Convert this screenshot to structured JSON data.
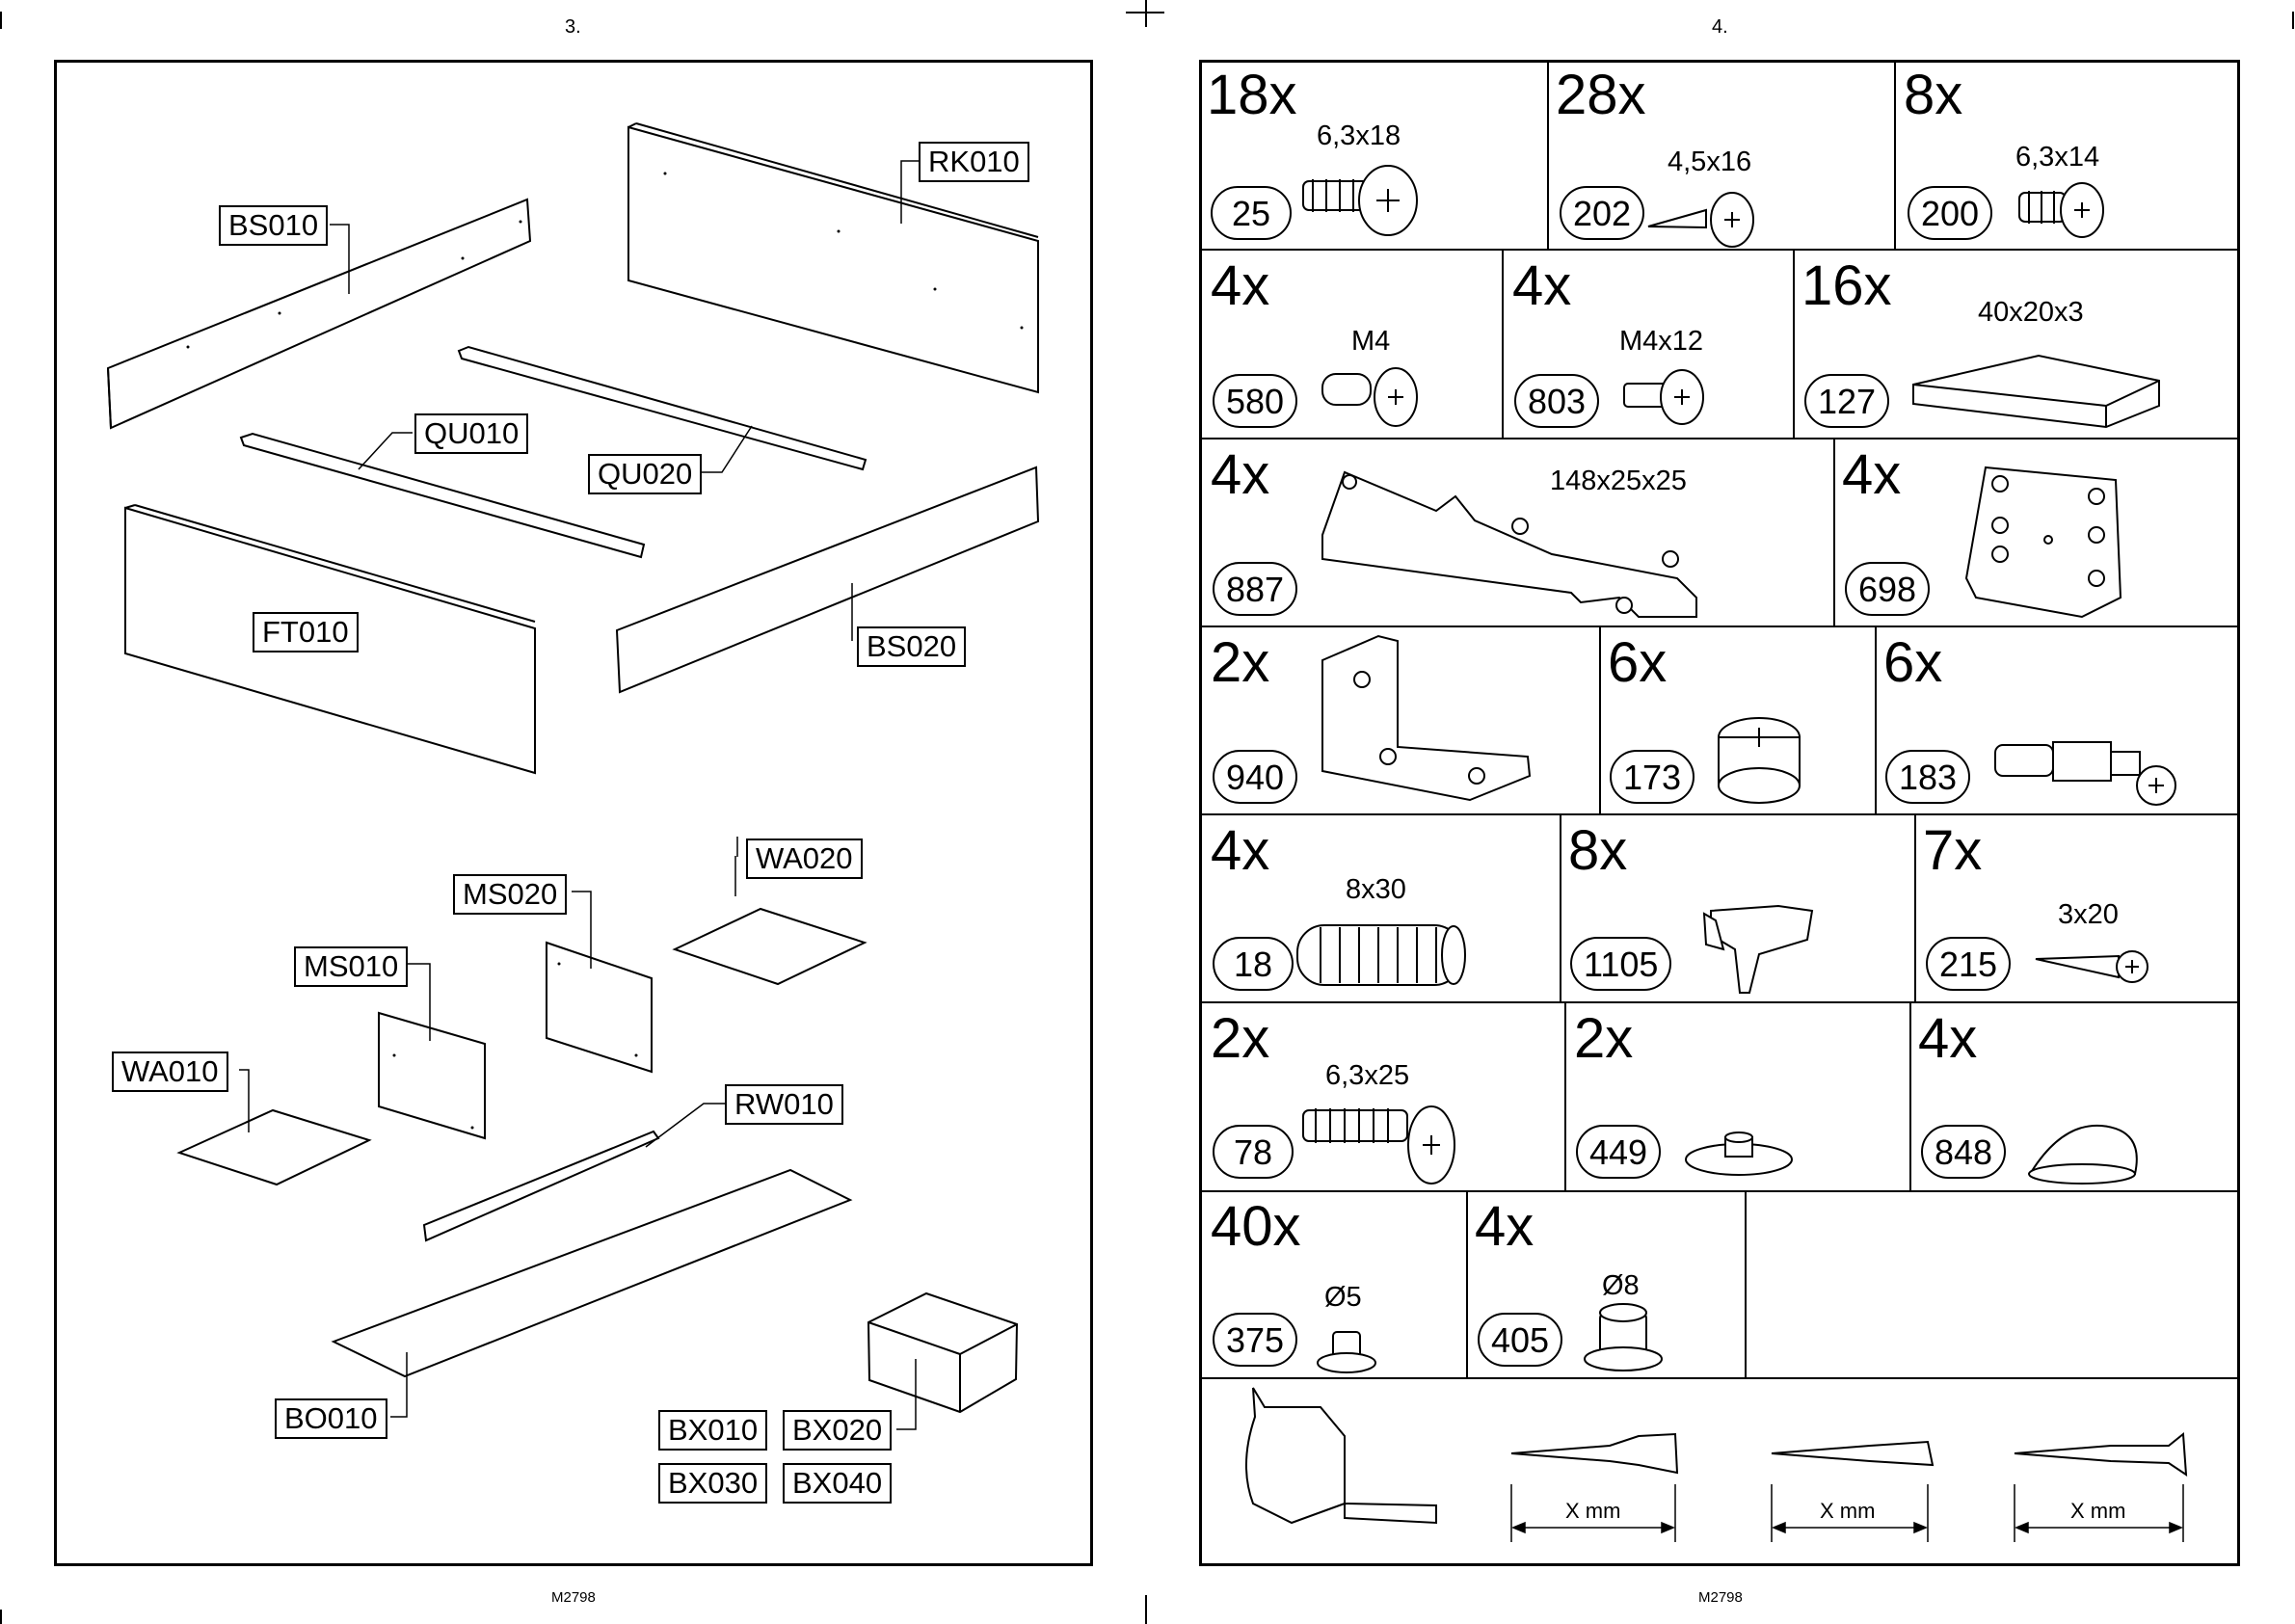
{
  "left_page": {
    "page_number": "3.",
    "footer_code": "M2798",
    "labels": [
      "BS010",
      "RK010",
      "QU010",
      "QU020",
      "FT010",
      "BS020",
      "WA020",
      "MS020",
      "MS010",
      "WA010",
      "RW010",
      "BO010",
      "BX010",
      "BX020",
      "BX030",
      "BX040"
    ]
  },
  "right_page": {
    "page_number": "4.",
    "footer_code": "M2798",
    "hardware": [
      {
        "qty": "18x",
        "number": "25",
        "size": "6,3x18",
        "icon": "screw-icon"
      },
      {
        "qty": "28x",
        "number": "202",
        "size": "4,5x16",
        "icon": "screw-icon"
      },
      {
        "qty": "8x",
        "number": "200",
        "size": "6,3x14",
        "icon": "screw-icon"
      },
      {
        "qty": "4x",
        "number": "580",
        "size": "M4",
        "icon": "sleeve-nut-icon"
      },
      {
        "qty": "4x",
        "number": "803",
        "size": "M4x12",
        "icon": "bolt-icon"
      },
      {
        "qty": "16x",
        "number": "127",
        "size": "40x20x3",
        "icon": "shim-block-icon"
      },
      {
        "qty": "4x",
        "number": "887",
        "size": "148x25x25",
        "icon": "bed-bracket-icon"
      },
      {
        "qty": "4x",
        "number": "698",
        "size": "",
        "icon": "corner-plate-icon"
      },
      {
        "qty": "2x",
        "number": "940",
        "size": "",
        "icon": "angle-bracket-icon"
      },
      {
        "qty": "6x",
        "number": "173",
        "size": "",
        "icon": "cam-lock-icon"
      },
      {
        "qty": "6x",
        "number": "183",
        "size": "",
        "icon": "cam-bolt-icon"
      },
      {
        "qty": "4x",
        "number": "18",
        "size": "8x30",
        "icon": "dowel-icon"
      },
      {
        "qty": "8x",
        "number": "1105",
        "size": "",
        "icon": "shelf-support-icon"
      },
      {
        "qty": "7x",
        "number": "215",
        "size": "3x20",
        "icon": "screw-icon"
      },
      {
        "qty": "2x",
        "number": "78",
        "size": "6,3x25",
        "icon": "screw-icon"
      },
      {
        "qty": "2x",
        "number": "449",
        "size": "",
        "icon": "glide-icon"
      },
      {
        "qty": "4x",
        "number": "848",
        "size": "",
        "icon": "cover-cap-icon"
      },
      {
        "qty": "40x",
        "number": "375",
        "size": "Ø5",
        "icon": "insert-nut-icon"
      },
      {
        "qty": "4x",
        "number": "405",
        "size": "Ø8",
        "icon": "insert-nut-icon"
      }
    ],
    "measure_legend": [
      "X mm",
      "X mm",
      "X mm"
    ]
  }
}
